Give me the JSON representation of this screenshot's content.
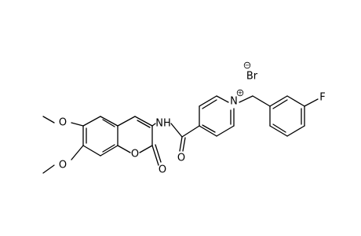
{
  "molecule": {
    "atoms": {
      "O_methoxy1": "O",
      "O_methoxy2": "O",
      "O_ring": "O",
      "O_lactone": "O",
      "NH": "NH",
      "O_amide": "O",
      "N_pyridinium": "N",
      "F": "F",
      "Br": "Br"
    },
    "charges": {
      "N_pyridinium": "+",
      "Br": "−"
    }
  }
}
